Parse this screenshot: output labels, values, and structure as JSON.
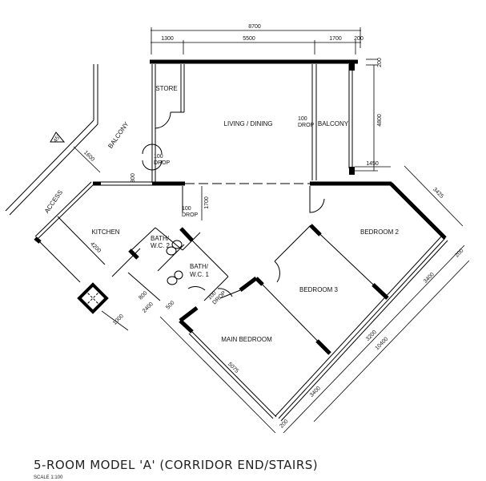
{
  "plan": {
    "title": "5-ROOM MODEL 'A' (CORRIDOR END/STAIRS)",
    "scale": "SCALE  1:100",
    "rooms": {
      "store": "STORE",
      "living_dining": "LIVING / DINING",
      "balcony_main": "BALCONY",
      "balcony_access": "BALCONY",
      "access": "ACCESS",
      "kitchen": "KITCHEN",
      "bath2_line1": "BATH/",
      "bath2_line2": "W.C. 2",
      "bath1_line1": "BATH/",
      "bath1_line2": "W.C. 1",
      "bedroom2": "BEDROOM 2",
      "bedroom3": "BEDROOM 3",
      "main_bedroom": "MAIN BEDROOM"
    },
    "drop_labels": {
      "value": "100",
      "word": "DROP"
    },
    "angle_marker": "45°",
    "dimensions": {
      "overall_top": "8700",
      "top_1": "1300",
      "top_2": "5500",
      "top_3": "1700",
      "top_4": "200",
      "right_200": "200",
      "balcony_depth": "4800",
      "balcony_width": "1450",
      "bedroom2_side": "3425",
      "facade_200": "200",
      "facade_1": "3400",
      "facade_2": "3200",
      "facade_3": "3400",
      "facade_total": "10400",
      "main_bed_side": "5075",
      "bottom_200": "200",
      "access_1600": "1600",
      "kitchen_300": "300",
      "corridor_1700": "1700",
      "kitchen_4200": "4200",
      "shaft_1000": "1000",
      "bath_2400": "2400",
      "bath_800": "800",
      "bath_500": "500"
    }
  }
}
